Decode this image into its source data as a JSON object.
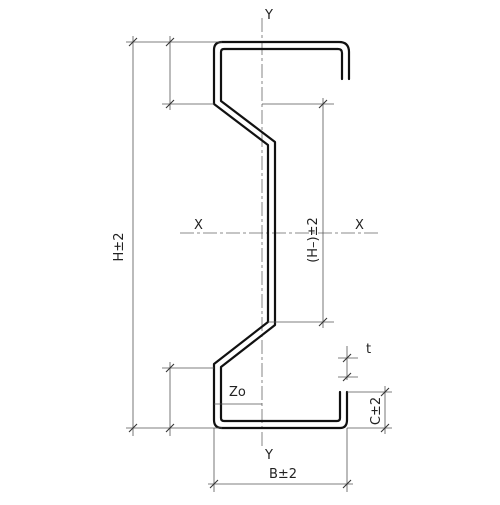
{
  "drawing": {
    "labels": {
      "axis_y_top": "Y",
      "axis_y_bottom": "Y",
      "axis_x_left": "X",
      "axis_x_right": "X",
      "height": "H±2",
      "inner_height": "(H–)±2",
      "thickness": "t",
      "centroid_offset": "Zo",
      "lip": "C±2",
      "width": "B±2"
    }
  }
}
